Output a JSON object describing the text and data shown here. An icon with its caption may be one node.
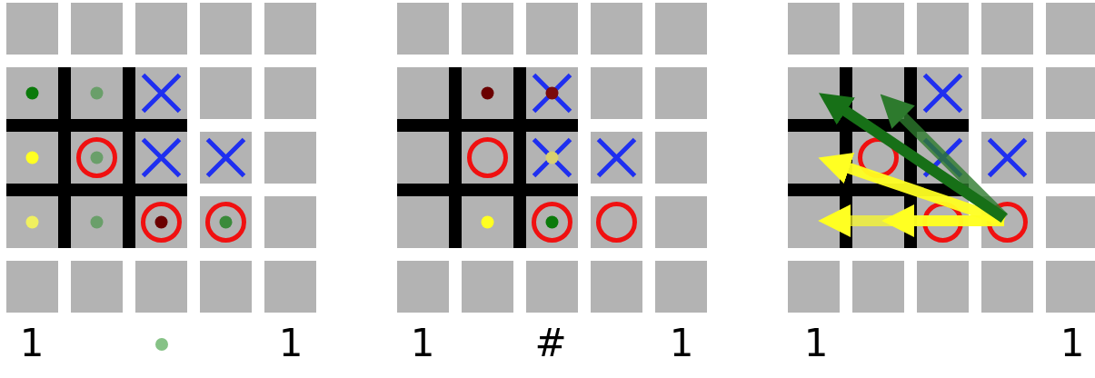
{
  "diagram": {
    "labels": [
      "1",
      "1",
      "1",
      "#",
      "1",
      "1",
      "1"
    ]
  }
}
